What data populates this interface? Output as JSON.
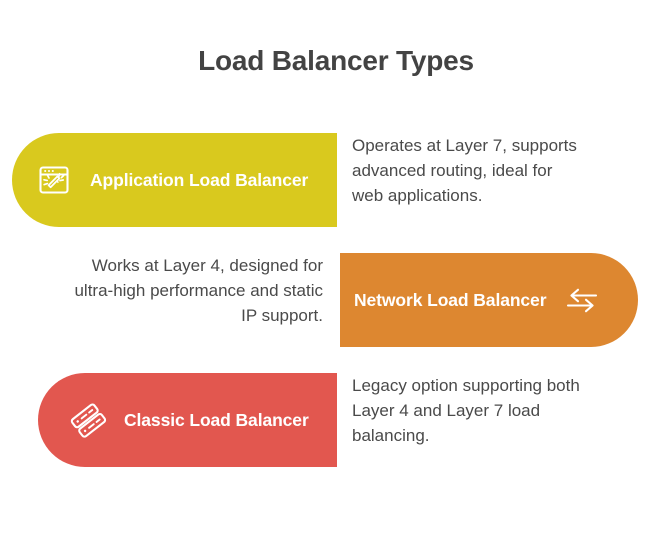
{
  "page": {
    "title": "Load Balancer Types",
    "background_color": "#ffffff",
    "title_color": "#434343"
  },
  "items": [
    {
      "id": "application-load-balancer",
      "label": "Application Load Balancer",
      "description": "Operates at Layer 7, supports advanced routing, ideal for web applications.",
      "color": "#d9c91e",
      "icon": "browser-window-magic-wand-icon",
      "bar_side": "left",
      "text_side": "right"
    },
    {
      "id": "network-load-balancer",
      "label": "Network Load Balancer",
      "description": "Works at Layer 4, designed for ultra-high performance and static IP support.",
      "color": "#dd8730",
      "icon": "exchange-arrows-icon",
      "bar_side": "right",
      "text_side": "left"
    },
    {
      "id": "classic-load-balancer",
      "label": "Classic Load Balancer",
      "description": "Legacy option supporting both Layer 4 and Layer 7 load balancing.",
      "color": "#e2574f",
      "icon": "server-stack-icon",
      "bar_side": "left",
      "text_side": "right"
    }
  ]
}
